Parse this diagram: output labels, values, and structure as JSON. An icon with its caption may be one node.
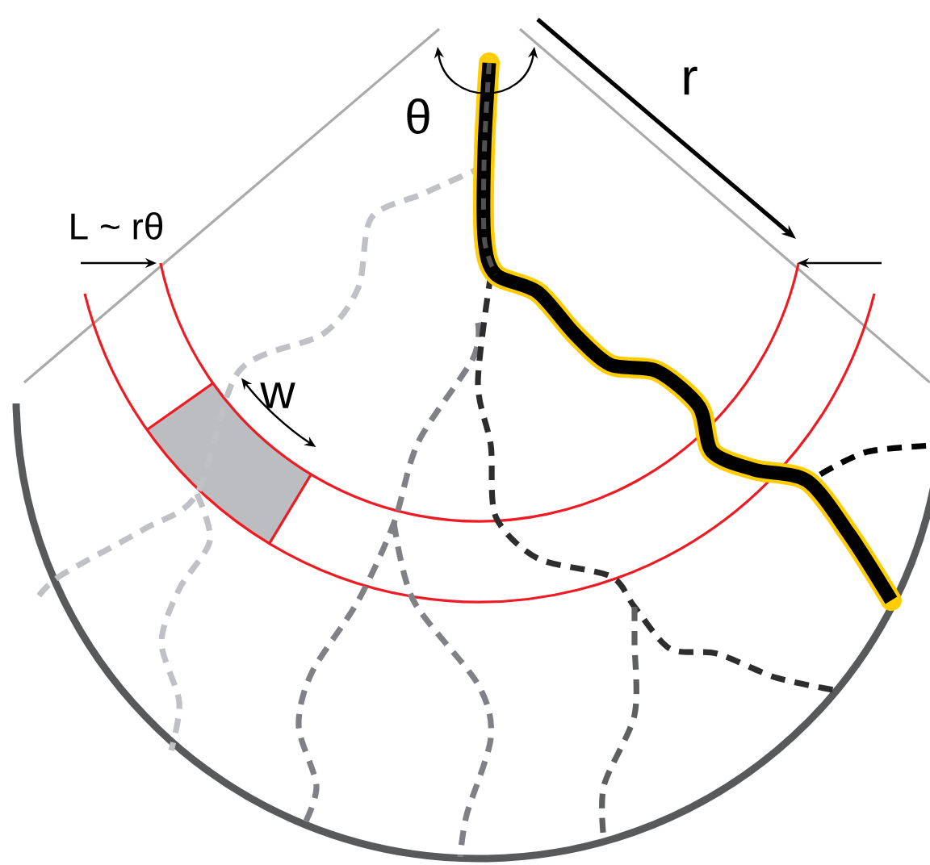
{
  "diagram": {
    "labels": [
      "θ",
      "r",
      "L ~ rθ",
      "w"
    ]
  }
}
